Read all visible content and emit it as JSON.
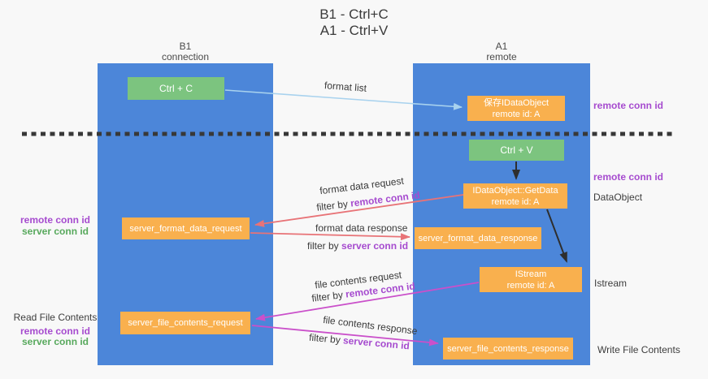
{
  "title": {
    "line1": "B1 - Ctrl+C",
    "line2": "A1 - Ctrl+V"
  },
  "lanes": {
    "left": {
      "name": "B1",
      "role": "connection"
    },
    "right": {
      "name": "A1",
      "role": "remote"
    }
  },
  "nodes": {
    "ctrl_c": {
      "label": "Ctrl + C"
    },
    "ctrl_v": {
      "label": "Ctrl + V"
    },
    "saved_dataobject": {
      "line1": "保存IDataObject",
      "line2": "remote id: A"
    },
    "getdata": {
      "line1": "IDataObject::GetData",
      "line2": "remote id: A"
    },
    "server_format_data_request": {
      "label": "server_format_data_request"
    },
    "server_format_data_response": {
      "label": "server_format_data_response"
    },
    "istream": {
      "line1": "IStream",
      "line2": "remote id: A"
    },
    "server_file_contents_request": {
      "label": "server_file_contents_request"
    },
    "server_file_contents_response": {
      "label": "server_file_contents_response"
    }
  },
  "edge_labels": {
    "format_list": "format list",
    "format_data_request": "format data request",
    "format_data_response": "format data response",
    "file_contents_request": "file contents request",
    "file_contents_response": "file contents response",
    "filter_by": "filter by ",
    "remote_conn_id": "remote conn id",
    "server_conn_id": "server conn id"
  },
  "annotations": {
    "remote_conn_id": "remote conn id",
    "server_conn_id": "server conn id",
    "dataobject": "DataObject",
    "istream": "Istream",
    "read_file_contents": "Read File Contents",
    "write_file_contents": "Write File Contents"
  },
  "colors": {
    "lane_blue": "#4c86d9",
    "node_orange": "#f9b04e",
    "node_green": "#7cc47f",
    "arrow_blue": "#a8d2ee",
    "arrow_red": "#e87377",
    "arrow_magenta": "#ca50ca",
    "arrow_black": "#2e2e2e",
    "text_purple": "#a64bcf",
    "text_green": "#58a95d",
    "text_dark": "#3b3b3b",
    "background": "#f8f8f8"
  }
}
